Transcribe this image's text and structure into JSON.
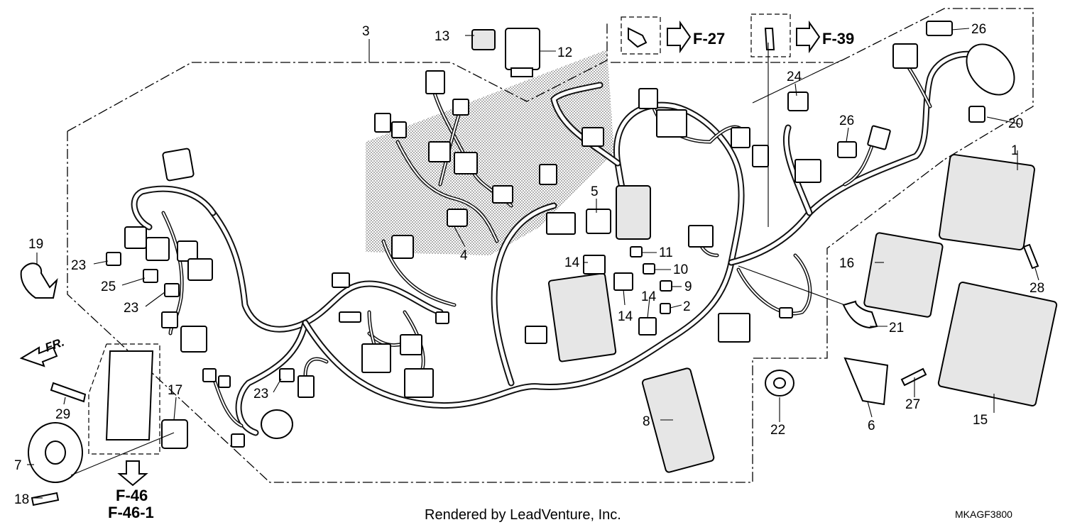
{
  "labels": {
    "l1": "1",
    "l2": "2",
    "l3": "3",
    "l4": "4",
    "l5": "5",
    "l6": "6",
    "l7": "7",
    "l8": "8",
    "l9": "9",
    "l10": "10",
    "l11": "11",
    "l12": "12",
    "l13": "13",
    "l14a": "14",
    "l14b": "14",
    "l14c": "14",
    "l15": "15",
    "l16": "16",
    "l17": "17",
    "l18": "18",
    "l19": "19",
    "l20": "20",
    "l21": "21",
    "l22": "22",
    "l23a": "23",
    "l23b": "23",
    "l23c": "23",
    "l24": "24",
    "l25": "25",
    "l26a": "26",
    "l26b": "26",
    "l27": "27",
    "l28": "28",
    "l29": "29"
  },
  "refs": {
    "f27": "F-27",
    "f39": "F-39",
    "f46": "F-46",
    "f461": "F-46-1"
  },
  "direction": "FR.",
  "footer": "Rendered by LeadVenture, Inc.",
  "diagram_code": "MKAGF3800"
}
